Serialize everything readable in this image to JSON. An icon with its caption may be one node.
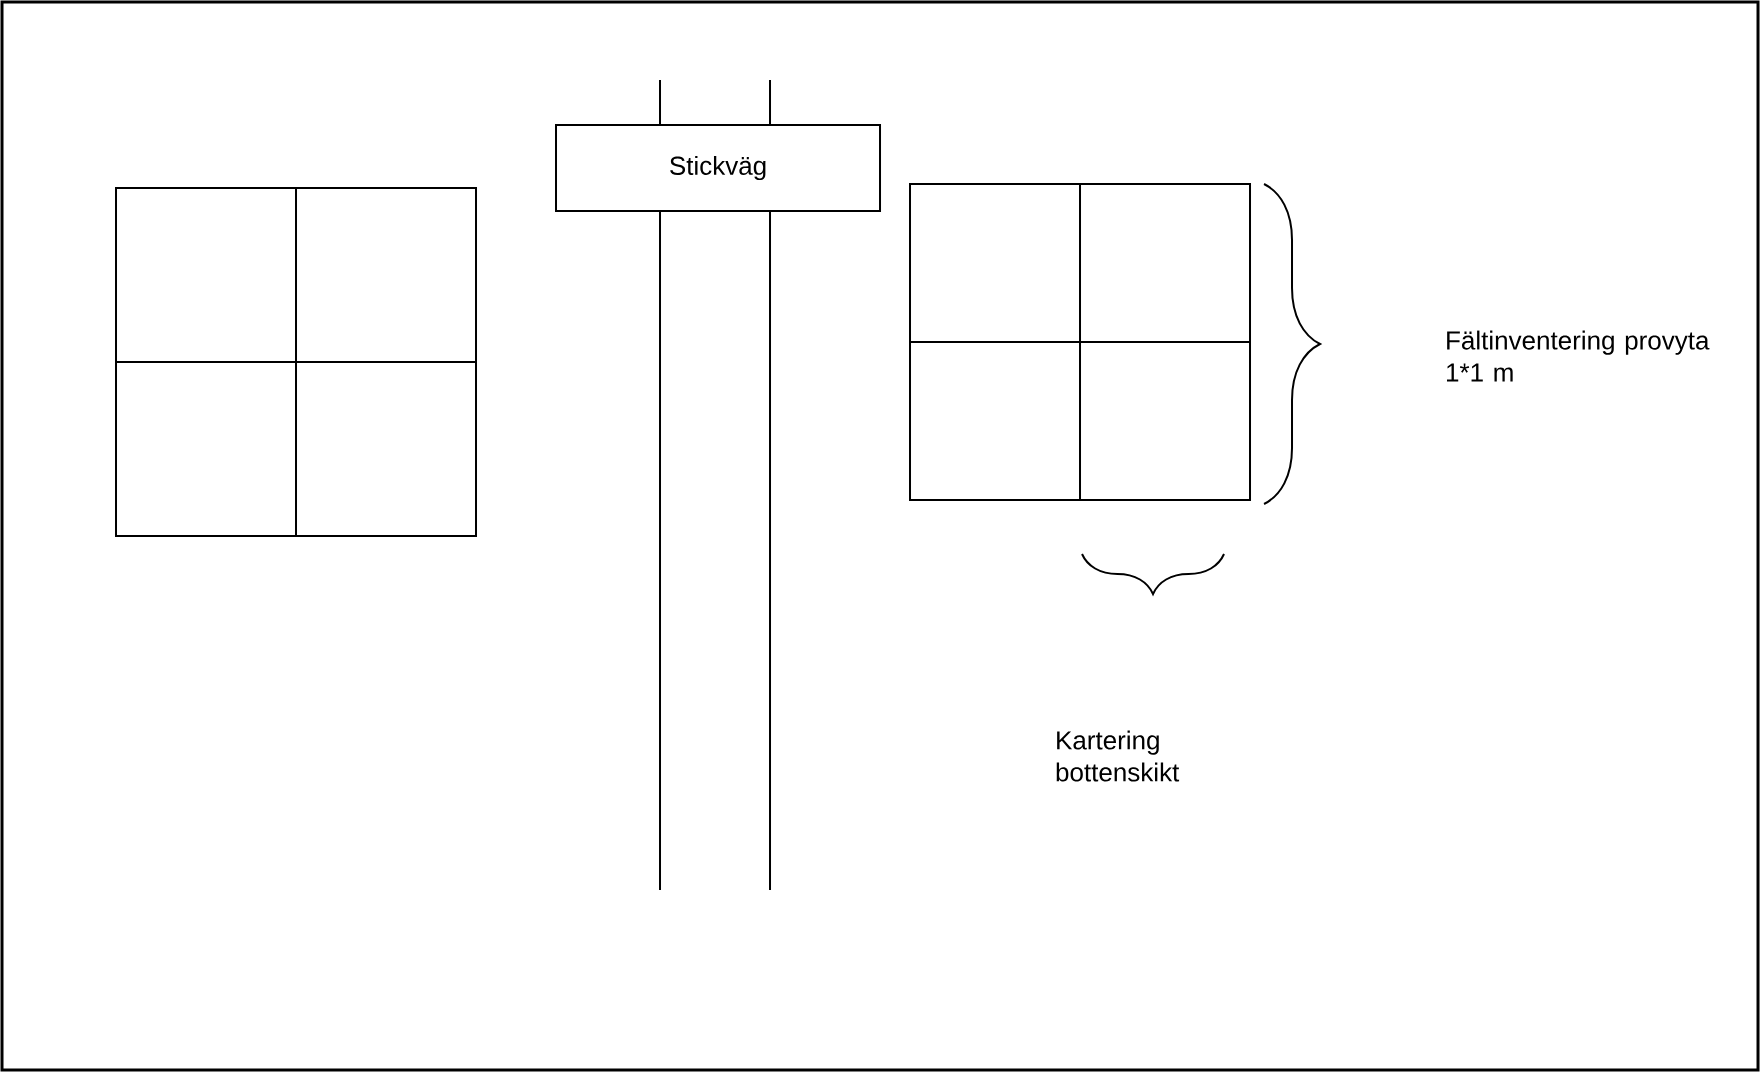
{
  "diagram": {
    "nodes": [
      {
        "text": [
          "Stickväg"
        ]
      }
    ],
    "labels": [
      "Fältinventering provyta 1*1 m",
      "Kartering bottenskikt"
    ]
  }
}
